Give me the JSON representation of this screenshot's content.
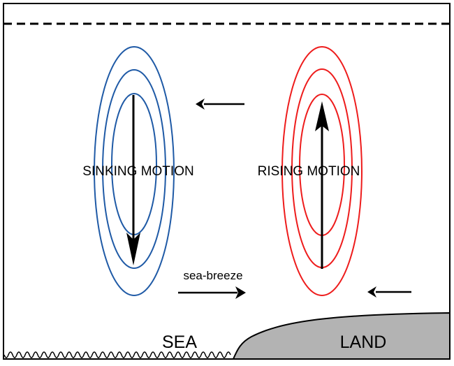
{
  "diagram": {
    "labels": {
      "sinking": "SINKING MOTION",
      "rising": "RISING MOTION",
      "sea_breeze": "sea-breeze",
      "sea": "SEA",
      "land": "LAND"
    },
    "colors": {
      "sinking_contours": "#1f5aa6",
      "rising_contours": "#ee1c1c",
      "land_fill": "#b3b3b3",
      "outline": "#000000"
    },
    "icons": {
      "flow_arrow": "arrow-icon",
      "sea_waves": "wave-icon"
    }
  }
}
